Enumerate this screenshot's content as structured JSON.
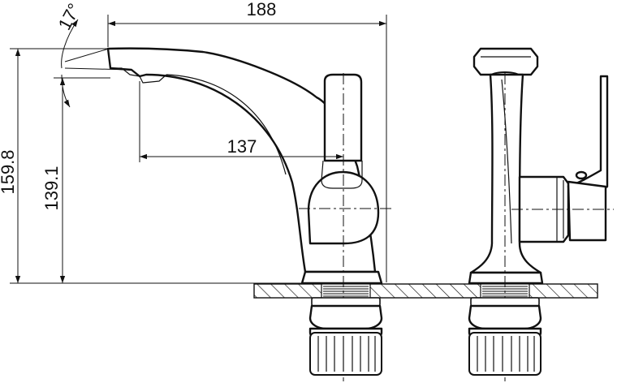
{
  "dimensions": {
    "width_overall": "188",
    "reach": "137",
    "height_overall": "159.8",
    "height_outlet": "139.1",
    "spout_angle": "17°"
  }
}
